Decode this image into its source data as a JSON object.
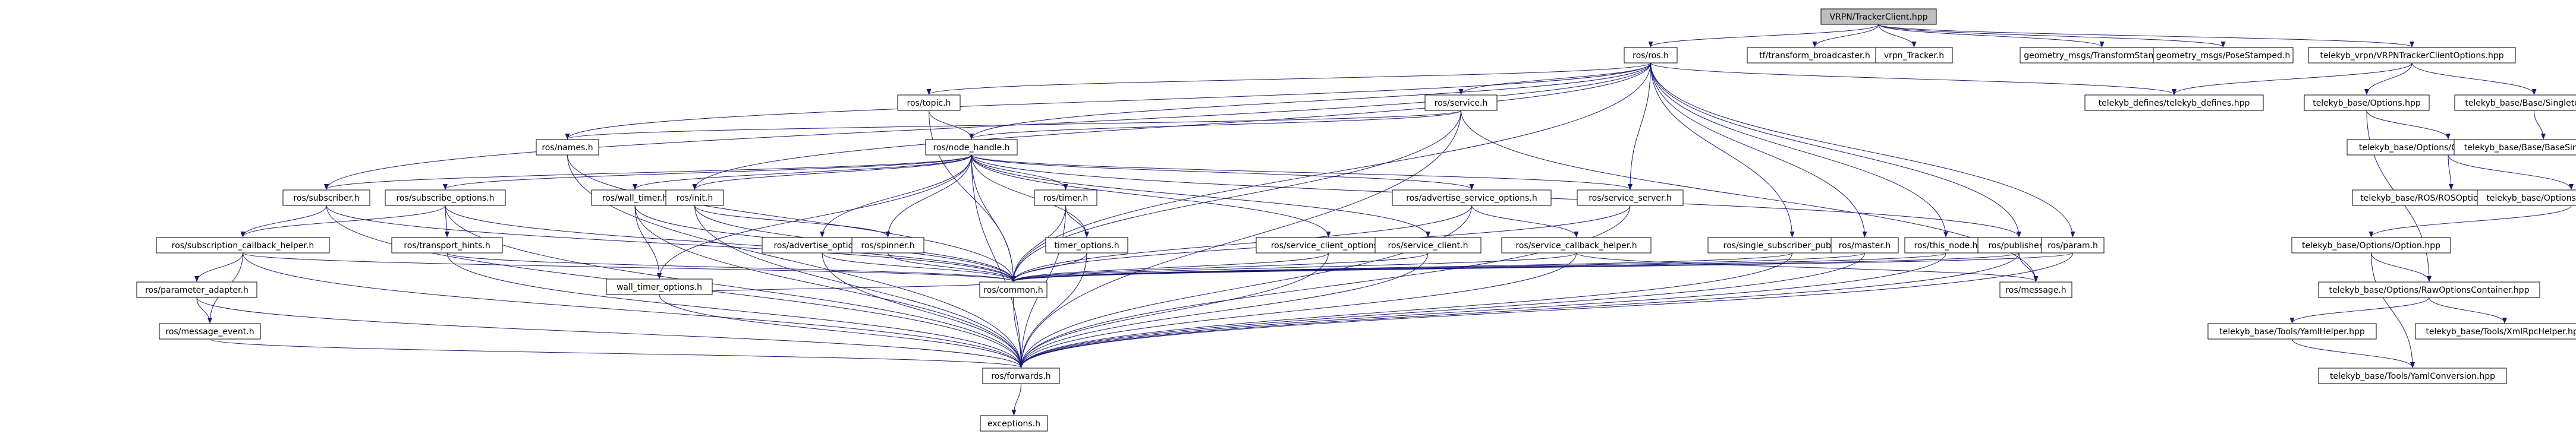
{
  "colors": {
    "root_fill": "#bfbfbf",
    "node_fill": "#ffffff",
    "missing_border": "#d3d3d3",
    "missing_text": "#808080",
    "truncated_border": "#ff0000",
    "edge": "#191970"
  },
  "nodes": [
    {
      "id": "root",
      "label": "VRPN/TrackerClient.hpp",
      "kind": "root"
    },
    {
      "id": "ros_h",
      "label": "ros/ros.h"
    },
    {
      "id": "tf_bc",
      "label": "tf/transform_broadcaster.h",
      "kind": "missing"
    },
    {
      "id": "vrpn_tracker",
      "label": "vrpn_Tracker.h",
      "kind": "missing"
    },
    {
      "id": "geo_tfs",
      "label": "geometry_msgs/TransformStamped.h",
      "kind": "missing"
    },
    {
      "id": "geo_ps",
      "label": "geometry_msgs/PoseStamped.h",
      "kind": "missing"
    },
    {
      "id": "tk_vrpn_opts",
      "label": "telekyb_vrpn/VRPNTrackerClientOptions.hpp"
    },
    {
      "id": "ros_topic",
      "label": "ros/topic.h"
    },
    {
      "id": "ros_service",
      "label": "ros/service.h"
    },
    {
      "id": "tk_defines",
      "label": "telekyb_defines/telekyb_defines.hpp"
    },
    {
      "id": "tk_options",
      "label": "telekyb_base/Options.hpp"
    },
    {
      "id": "tk_singleton",
      "label": "telekyb_base/Base/Singleton.hpp"
    },
    {
      "id": "ros_names",
      "label": "ros/names.h"
    },
    {
      "id": "ros_node_handle",
      "label": "ros/node_handle.h"
    },
    {
      "id": "tk_opt_container",
      "label": "telekyb_base/Options/OptionContainer.hpp"
    },
    {
      "id": "tk_base_singleton",
      "label": "telekyb_base/Base/BaseSingleton.hpp"
    },
    {
      "id": "ros_subscriber",
      "label": "ros/subscriber.h"
    },
    {
      "id": "ros_subscribe_options",
      "label": "ros/subscribe_options.h"
    },
    {
      "id": "ros_wall_timer",
      "label": "ros/wall_timer.h"
    },
    {
      "id": "ros_init",
      "label": "ros/init.h"
    },
    {
      "id": "ros_timer",
      "label": "ros/timer.h"
    },
    {
      "id": "ros_adv_srv_opts",
      "label": "ros/advertise_service_options.h"
    },
    {
      "id": "ros_service_server",
      "label": "ros/service_server.h"
    },
    {
      "id": "tk_ros_opt_container",
      "label": "telekyb_base/ROS/ROSOptionContainer.hpp"
    },
    {
      "id": "tk_bounds_option",
      "label": "telekyb_base/Options/BoundsOption.hpp"
    },
    {
      "id": "ros_sub_cb_helper",
      "label": "ros/subscription_callback_helper.h"
    },
    {
      "id": "ros_transport_hints",
      "label": "ros/transport_hints.h"
    },
    {
      "id": "wall_timer_options",
      "label": "wall_timer_options.h"
    },
    {
      "id": "ros_adv_opts",
      "label": "ros/advertise_options.h"
    },
    {
      "id": "ros_spinner",
      "label": "ros/spinner.h"
    },
    {
      "id": "timer_options",
      "label": "timer_options.h"
    },
    {
      "id": "ros_srv_client_opts",
      "label": "ros/service_client_options.h"
    },
    {
      "id": "ros_srv_client",
      "label": "ros/service_client.h"
    },
    {
      "id": "ros_srv_cb_helper",
      "label": "ros/service_callback_helper.h"
    },
    {
      "id": "ros_single_sub_pub",
      "label": "ros/single_subscriber_publisher.h"
    },
    {
      "id": "ros_master",
      "label": "ros/master.h"
    },
    {
      "id": "ros_this_node",
      "label": "ros/this_node.h"
    },
    {
      "id": "ros_publisher",
      "label": "ros/publisher.h"
    },
    {
      "id": "ros_param",
      "label": "ros/param.h"
    },
    {
      "id": "tk_option",
      "label": "telekyb_base/Options/Option.hpp",
      "kind": "truncated"
    },
    {
      "id": "ros_param_adapter",
      "label": "ros/parameter_adapter.h"
    },
    {
      "id": "ros_common",
      "label": "ros/common.h"
    },
    {
      "id": "ros_message",
      "label": "ros/message.h"
    },
    {
      "id": "tk_raw_opt_container",
      "label": "telekyb_base/Options/RawOptionsContainer.hpp"
    },
    {
      "id": "ros_message_event",
      "label": "ros/message_event.h"
    },
    {
      "id": "tk_yaml_helper",
      "label": "telekyb_base/Tools/YamlHelper.hpp"
    },
    {
      "id": "tk_xmlrpc_helper",
      "label": "telekyb_base/Tools/XmlRpcHelper.hpp"
    },
    {
      "id": "ros_forwards",
      "label": "ros/forwards.h"
    },
    {
      "id": "tk_yaml_conversion",
      "label": "telekyb_base/Tools/YamlConversion.hpp"
    },
    {
      "id": "exceptions",
      "label": "exceptions.h"
    }
  ]
}
